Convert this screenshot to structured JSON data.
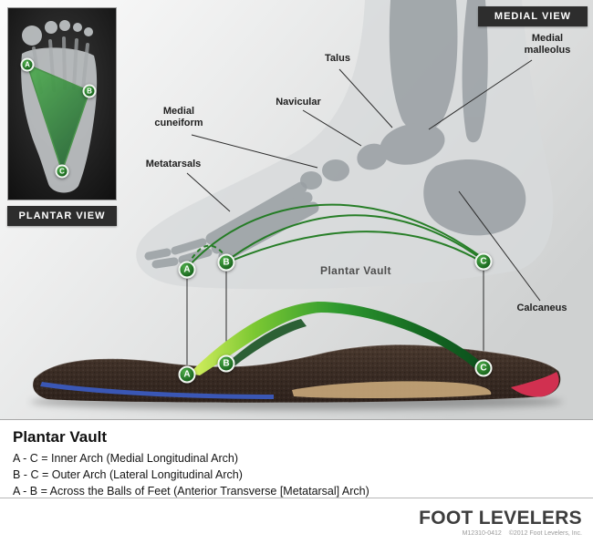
{
  "colors": {
    "green": "#2e8b2e",
    "green-dark": "#17641c",
    "badge-bg": "#2d2d2d",
    "insole-brown": "#3a2c24",
    "insole-blue": "#3a57b5",
    "insole-red": "#d13050"
  },
  "views": {
    "plantar": "PLANTAR VIEW",
    "medial": "MEDIAL VIEW"
  },
  "labels": {
    "medial_malleolus": "Medial\nmalleolus",
    "talus": "Talus",
    "navicular": "Navicular",
    "medial_cuneiform": "Medial\ncuneiform",
    "metatarsals": "Metatarsals",
    "plantar_vault": "Plantar Vault",
    "calcaneus": "Calcaneus"
  },
  "markers": {
    "a": "A",
    "b": "B",
    "c": "C"
  },
  "legend": {
    "title": "Plantar Vault",
    "lines": [
      "A - C = Inner Arch (Medial Longitudinal Arch)",
      "B - C = Outer Arch (Lateral Longitudinal Arch)",
      "A - B = Across the Balls of Feet (Anterior Transverse [Metatarsal] Arch)"
    ]
  },
  "footer": {
    "brand": "FOOT LEVELERS",
    "code": "M12310-0412",
    "copyright": "©2012 Foot Levelers, Inc."
  }
}
